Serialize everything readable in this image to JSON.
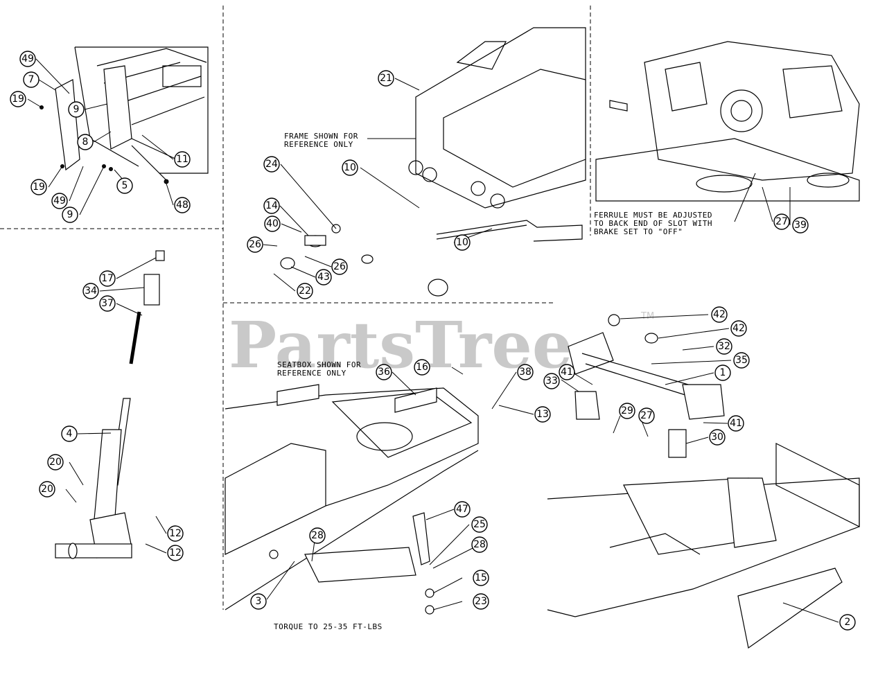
{
  "watermark": {
    "text": "PartsTree",
    "tm": "TM"
  },
  "notes": {
    "frame": [
      "FRAME SHOWN FOR",
      "REFERENCE ONLY"
    ],
    "seatbox": [
      "SEATBOX SHOWN FOR",
      "REFERENCE ONLY"
    ],
    "ferrule": [
      "FERRULE MUST BE ADJUSTED",
      "TO BACK END OF SLOT WITH",
      "BRAKE SET TO \"OFF\""
    ],
    "torque": "TORQUE TO 25-35 FT-LBS"
  },
  "callouts": [
    "49",
    "7",
    "19",
    "9",
    "8",
    "11",
    "19",
    "5",
    "49",
    "9",
    "48",
    "21",
    "24",
    "10",
    "14",
    "40",
    "26",
    "10",
    "26",
    "43",
    "22",
    "27",
    "39",
    "17",
    "34",
    "37",
    "4",
    "20",
    "20",
    "12",
    "12",
    "16",
    "36",
    "38",
    "13",
    "47",
    "25",
    "28",
    "28",
    "15",
    "23",
    "3",
    "42",
    "42",
    "32",
    "35",
    "1",
    "33",
    "41",
    "29",
    "27",
    "41",
    "30",
    "2"
  ]
}
